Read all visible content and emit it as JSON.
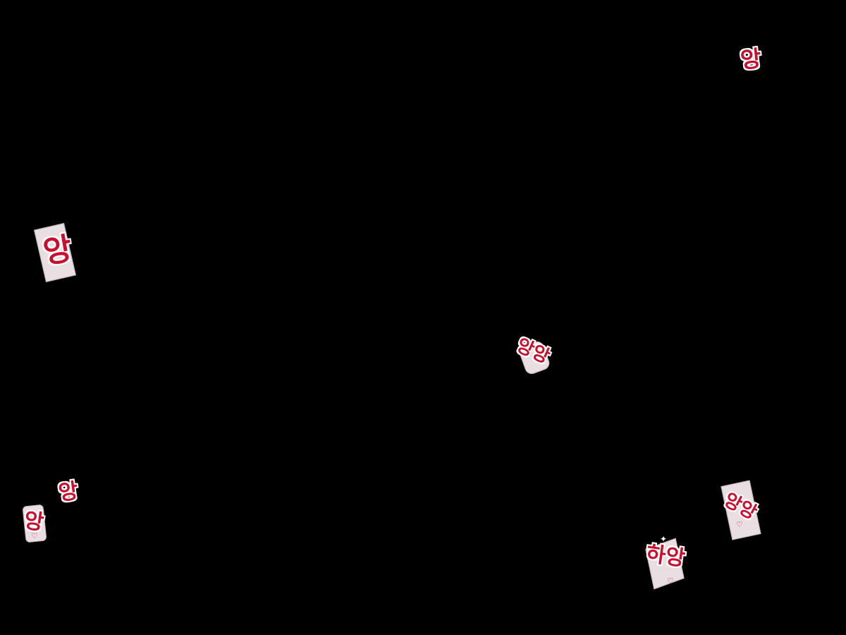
{
  "colors": {
    "background": "#000000",
    "text": "#c8102e",
    "outline": "#ffffff",
    "card": "#e9dfe3"
  },
  "sfx": [
    {
      "id": "top-right",
      "text": "앙"
    },
    {
      "id": "left-middle",
      "text": "앙"
    },
    {
      "id": "center-right",
      "text": "앙앙"
    },
    {
      "id": "bottom-left-upper",
      "text": "앙"
    },
    {
      "id": "bottom-left-lower",
      "text": "앙"
    },
    {
      "id": "bottom-right-upper",
      "text": "앙앙"
    },
    {
      "id": "bottom-right-lower",
      "text": "하앙"
    }
  ],
  "icons": {
    "heart": "♡",
    "sparkle": "✦"
  }
}
